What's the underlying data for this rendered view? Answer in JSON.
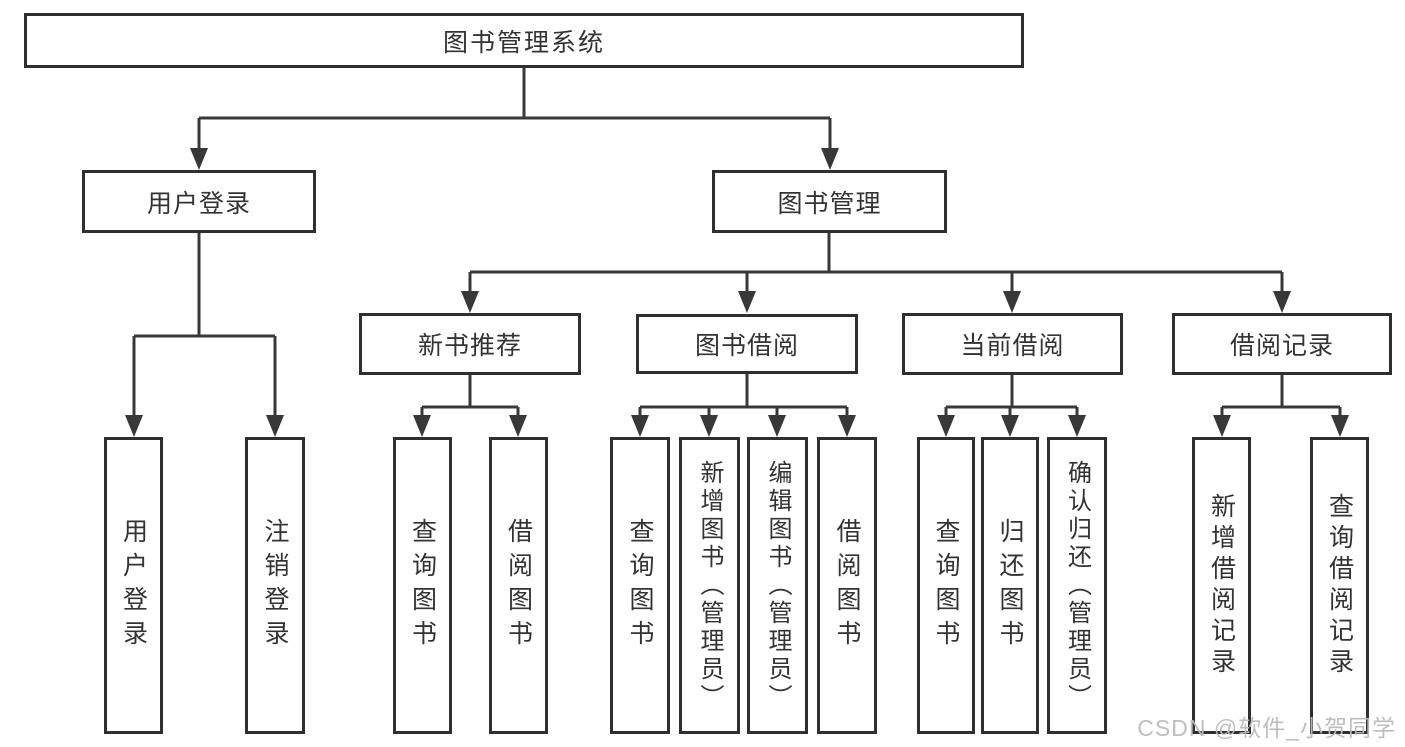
{
  "nodes": {
    "root": "图书管理系统",
    "level2": {
      "user_login": "用户登录",
      "book_management": "图书管理"
    },
    "level3": {
      "new_book_recommend": "新书推荐",
      "book_borrow": "图书借阅",
      "current_borrow": "当前借阅",
      "borrow_records": "借阅记录"
    },
    "leaves": {
      "user_login": {
        "login": "用户登录",
        "logout": "注销登录"
      },
      "new_book_recommend": {
        "query_books": "查询图书",
        "borrow_books": "借阅图书"
      },
      "book_borrow": {
        "query_books": "查询图书",
        "add_books": "新增图书（管理员）",
        "edit_books": "编辑图书（管理员）",
        "borrow_books": "借阅图书"
      },
      "current_borrow": {
        "query_books": "查询图书",
        "return_books": "归还图书",
        "confirm_return": "确认归还（管理员）"
      },
      "borrow_records": {
        "add_record": "新增借阅记录",
        "query_record": "查询借阅记录"
      }
    }
  },
  "watermark": "CSDN @软件_小贺同学",
  "colors": {
    "line": "#383838",
    "border": "#2f2f2f",
    "text": "#333333",
    "watermark": "#bababa",
    "background": "#ffffff"
  }
}
